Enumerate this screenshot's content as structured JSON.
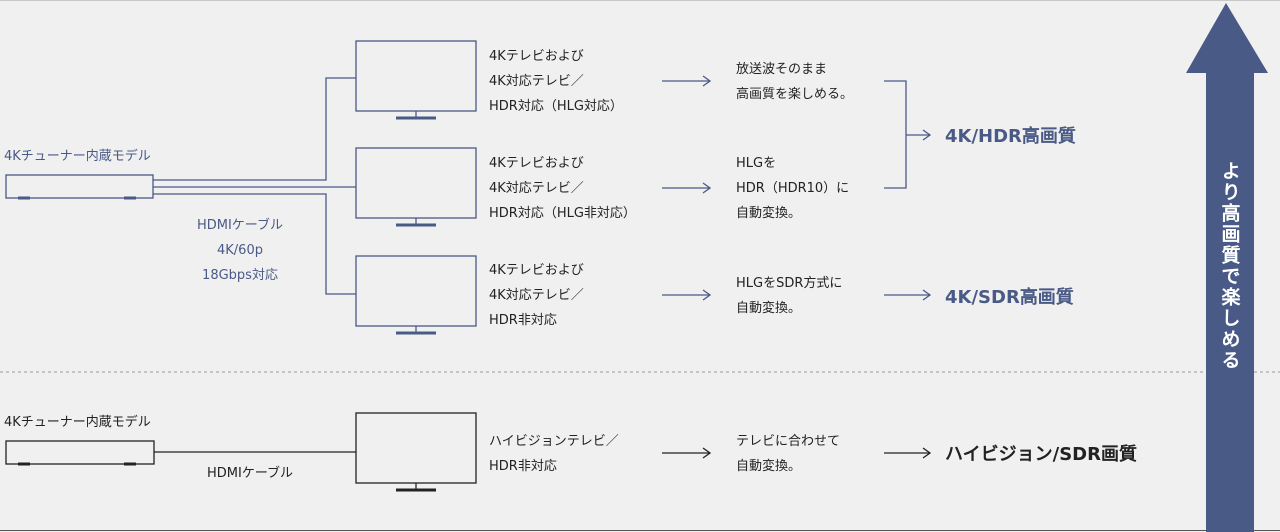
{
  "tuner_model_top": "4Kチューナー内蔵モデル",
  "tuner_model_bottom": "4Kチューナー内蔵モデル",
  "cable_top": "HDMIケーブル\n4K/60p\n18Gbps対応",
  "cable_bottom": "HDMIケーブル",
  "rows": [
    {
      "tv": "4Kテレビおよび\n4K対応テレビ／\nHDR対応（HLG対応）",
      "process": "放送波そのまま\n高画質を楽しめる。"
    },
    {
      "tv": "4Kテレビおよび\n4K対応テレビ／\nHDR対応（HLG非対応）",
      "process": "HLGを\nHDR（HDR10）に\n自動変換。"
    },
    {
      "tv": "4Kテレビおよび\n4K対応テレビ／\nHDR非対応",
      "process": "HLGをSDR方式に\n自動変換。"
    },
    {
      "tv": "ハイビジョンテレビ／\nHDR非対応",
      "process": "テレビに合わせて\n自動変換。"
    }
  ],
  "results": {
    "hdr": "4K/HDR高画質",
    "sdr": "4K/SDR高画質",
    "hv": "ハイビジョン/SDR画質"
  },
  "arrow_label": "より高画質で楽しめる",
  "colors": {
    "accent": "#4a5a86",
    "dark": "#222222",
    "background": "#f0f0f0"
  }
}
